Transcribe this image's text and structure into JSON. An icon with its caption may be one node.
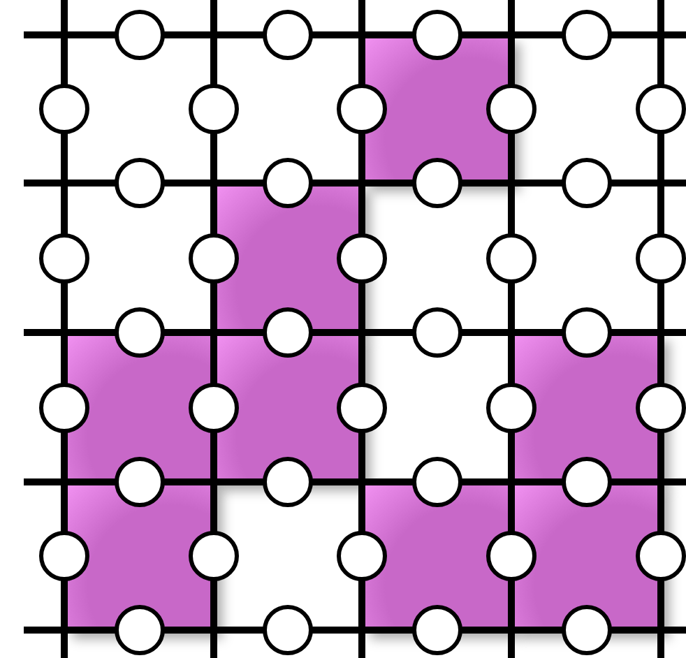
{
  "diagram": {
    "nodes": [
      {
        "text": [],
        "shape": "box"
      },
      {
        "text": [],
        "shape": "box"
      },
      {
        "text": [],
        "shape": "box"
      },
      {
        "text": [],
        "shape": "box"
      },
      {
        "text": [],
        "shape": "box"
      },
      {
        "text": [],
        "shape": "box"
      },
      {
        "text": [],
        "shape": "box"
      },
      {
        "text": [],
        "shape": "box"
      },
      {
        "text": [],
        "shape": "circle"
      },
      {
        "text": [],
        "shape": "circle"
      },
      {
        "text": [],
        "shape": "circle"
      },
      {
        "text": [],
        "shape": "circle"
      },
      {
        "text": [],
        "shape": "circle"
      },
      {
        "text": [],
        "shape": "circle"
      },
      {
        "text": [],
        "shape": "circle"
      },
      {
        "text": [],
        "shape": "circle"
      },
      {
        "text": [],
        "shape": "circle"
      },
      {
        "text": [],
        "shape": "circle"
      },
      {
        "text": [],
        "shape": "circle"
      },
      {
        "text": [],
        "shape": "circle"
      },
      {
        "text": [],
        "shape": "circle"
      },
      {
        "text": [],
        "shape": "circle"
      },
      {
        "text": [],
        "shape": "circle"
      },
      {
        "text": [],
        "shape": "circle"
      },
      {
        "text": [],
        "shape": "circle"
      },
      {
        "text": [],
        "shape": "circle"
      },
      {
        "text": [],
        "shape": "circle"
      },
      {
        "text": [],
        "shape": "circle"
      },
      {
        "text": [],
        "shape": "circle"
      },
      {
        "text": [],
        "shape": "circle"
      },
      {
        "text": [],
        "shape": "circle"
      },
      {
        "text": [],
        "shape": "circle"
      },
      {
        "text": [],
        "shape": "circle"
      },
      {
        "text": [],
        "shape": "circle"
      },
      {
        "text": [],
        "shape": "circle"
      },
      {
        "text": [],
        "shape": "circle"
      },
      {
        "text": [],
        "shape": "circle"
      },
      {
        "text": [],
        "shape": "circle"
      },
      {
        "text": [],
        "shape": "circle"
      },
      {
        "text": [],
        "shape": "circle"
      },
      {
        "text": [],
        "shape": "circle"
      },
      {
        "text": [],
        "shape": "circle"
      },
      {
        "text": [],
        "shape": "circle"
      },
      {
        "text": [],
        "shape": "circle"
      },
      {
        "text": [],
        "shape": "circle"
      },
      {
        "text": [],
        "shape": "circle"
      },
      {
        "text": [],
        "shape": "circle"
      },
      {
        "text": [],
        "shape": "circle"
      }
    ]
  }
}
